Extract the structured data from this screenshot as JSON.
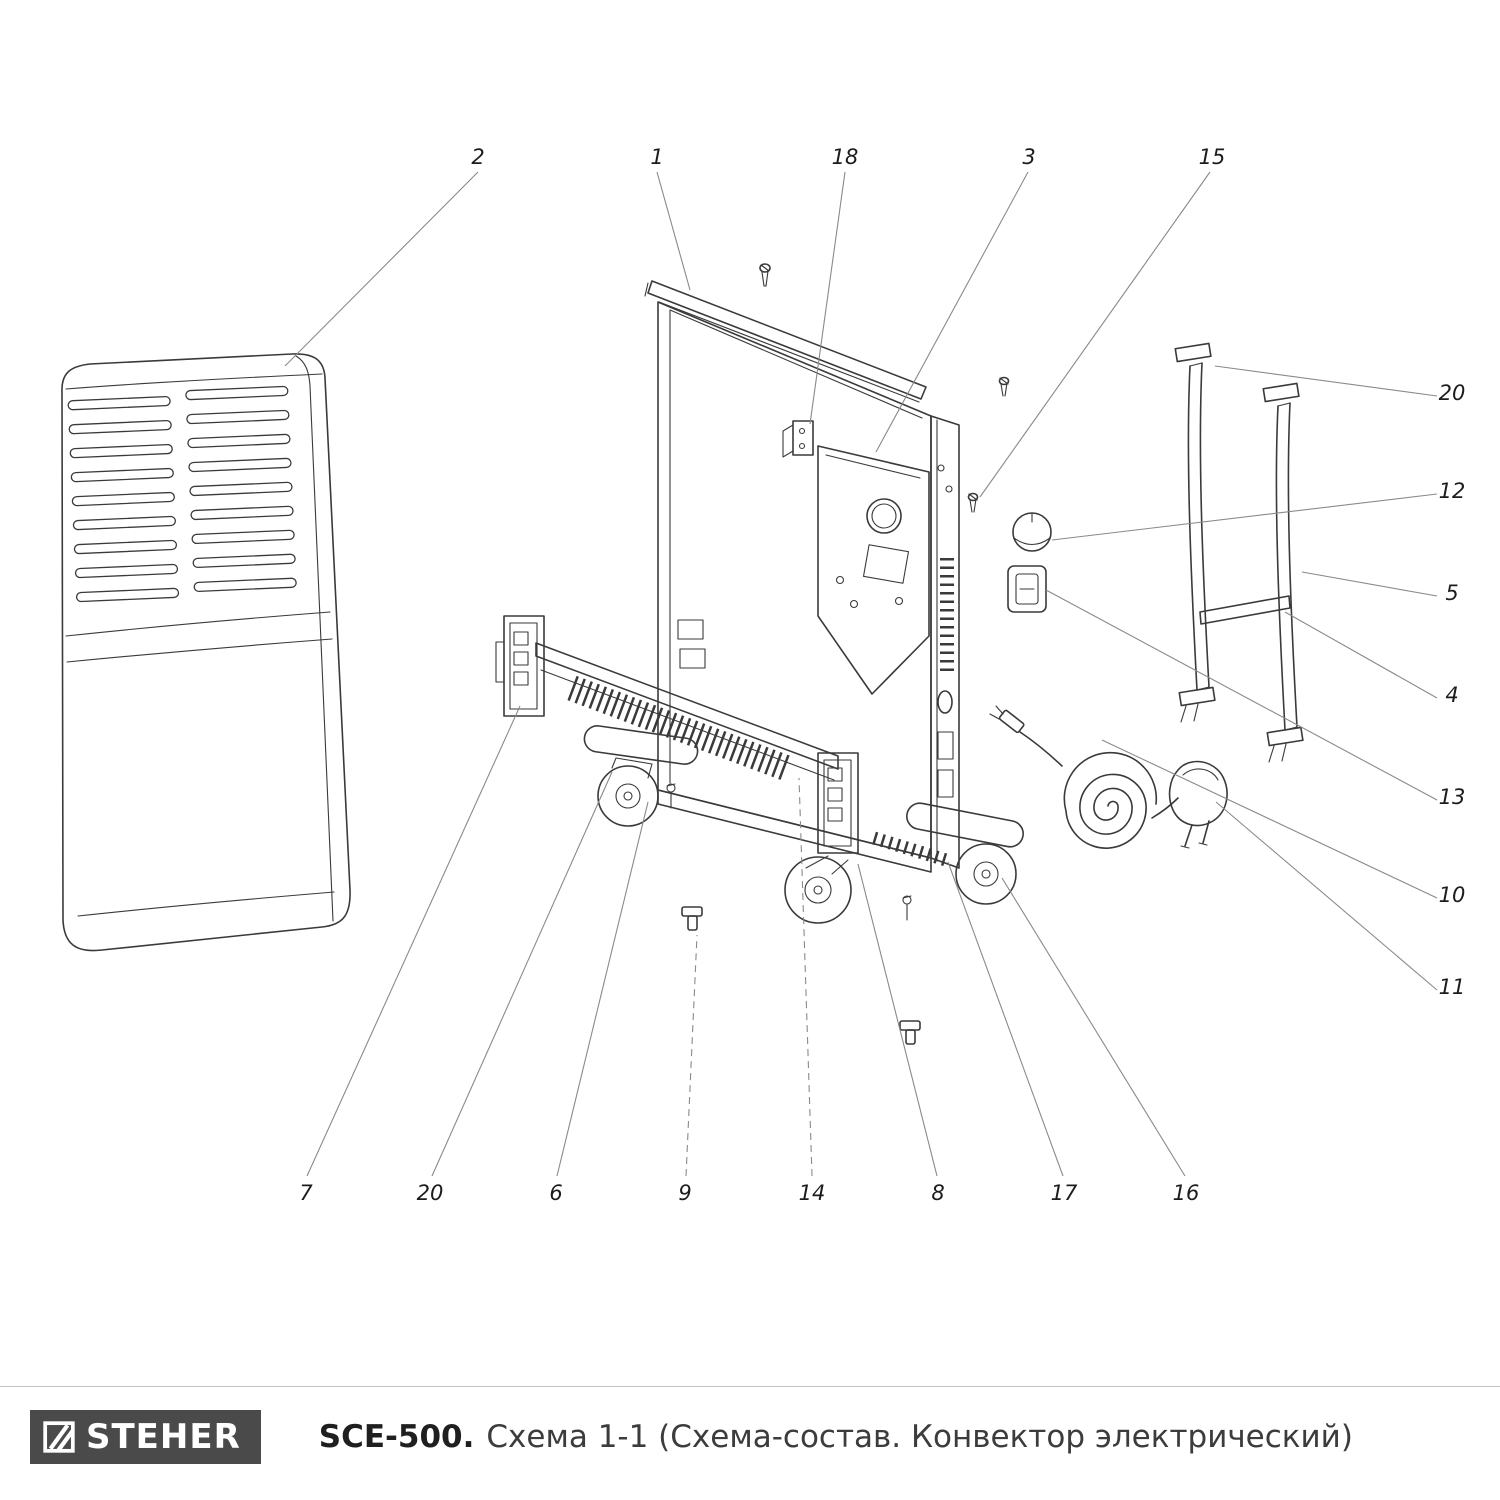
{
  "branding": {
    "brand": "STEHER"
  },
  "caption": {
    "model": "SCE-500.",
    "text": "Схема 1-1 (Схема-состав. Конвектор электрический)"
  },
  "colors": {
    "line": "#3a3a3a",
    "leader": "#8a8a8a",
    "logo_bg": "#4a4a4a",
    "logo_text": "#ffffff",
    "caption_text": "#3c3c3c",
    "divider": "#c4c4c4",
    "background": "#ffffff"
  },
  "callouts": [
    {
      "label": "2"
    },
    {
      "label": "1"
    },
    {
      "label": "18"
    },
    {
      "label": "3"
    },
    {
      "label": "15"
    },
    {
      "label": "20"
    },
    {
      "label": "12"
    },
    {
      "label": "5"
    },
    {
      "label": "4"
    },
    {
      "label": "13"
    },
    {
      "label": "10"
    },
    {
      "label": "11"
    },
    {
      "label": "7"
    },
    {
      "label": "20"
    },
    {
      "label": "6"
    },
    {
      "label": "9"
    },
    {
      "label": "14"
    },
    {
      "label": "8"
    },
    {
      "label": "17"
    },
    {
      "label": "16"
    }
  ]
}
